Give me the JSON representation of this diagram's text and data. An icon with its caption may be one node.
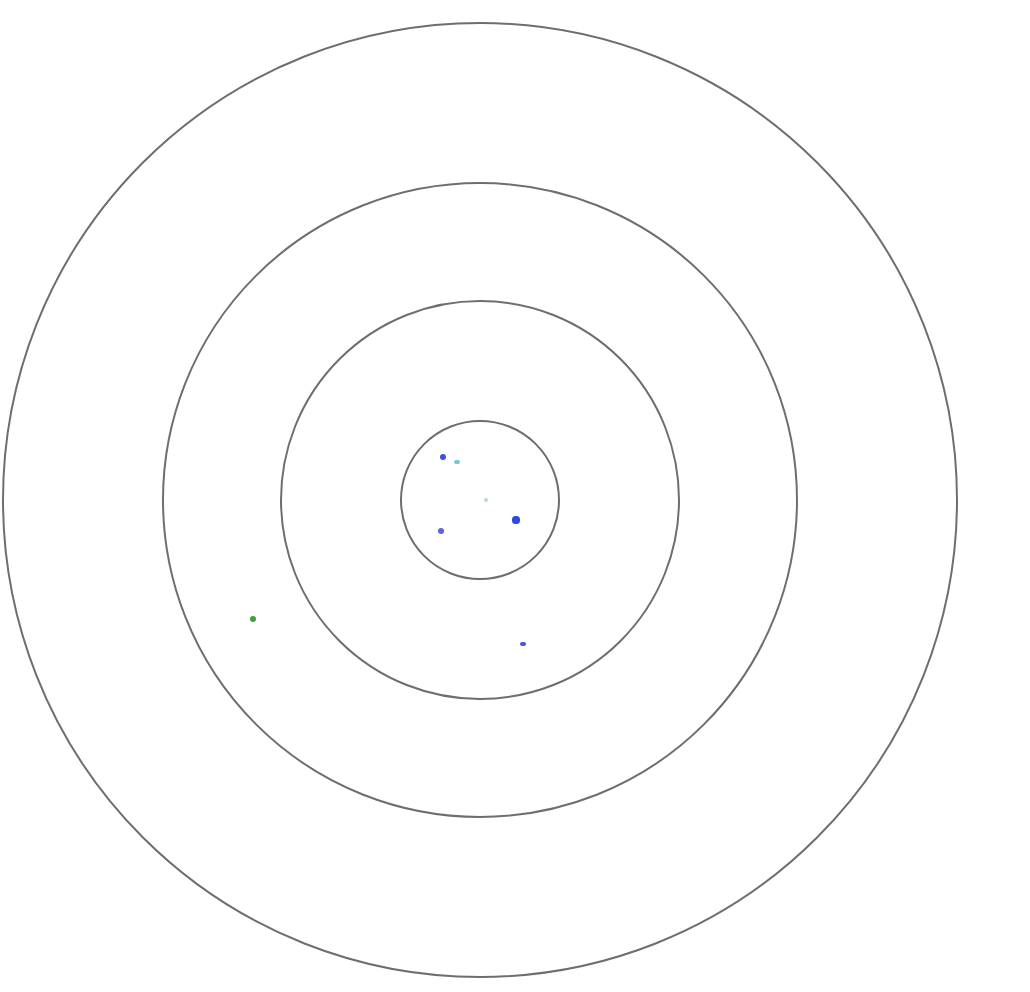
{
  "diagram": {
    "nodes": [
      {
        "text": [],
        "shape": "circle"
      },
      {
        "text": [],
        "shape": "circle",
        "in": 0
      },
      {
        "text": [],
        "shape": "circle",
        "in": 1
      },
      {
        "text": [],
        "shape": "circle",
        "in": 2
      },
      {
        "text": [],
        "shape": "dot",
        "in": 3
      },
      {
        "text": [],
        "shape": "dot",
        "in": 3
      },
      {
        "text": [],
        "shape": "dot",
        "in": 3
      },
      {
        "text": [],
        "shape": "dot",
        "in": 3
      },
      {
        "text": [],
        "shape": "dot",
        "in": 3
      },
      {
        "text": [],
        "shape": "dot",
        "in": 1
      },
      {
        "text": [],
        "shape": "dot",
        "in": 2
      }
    ]
  }
}
